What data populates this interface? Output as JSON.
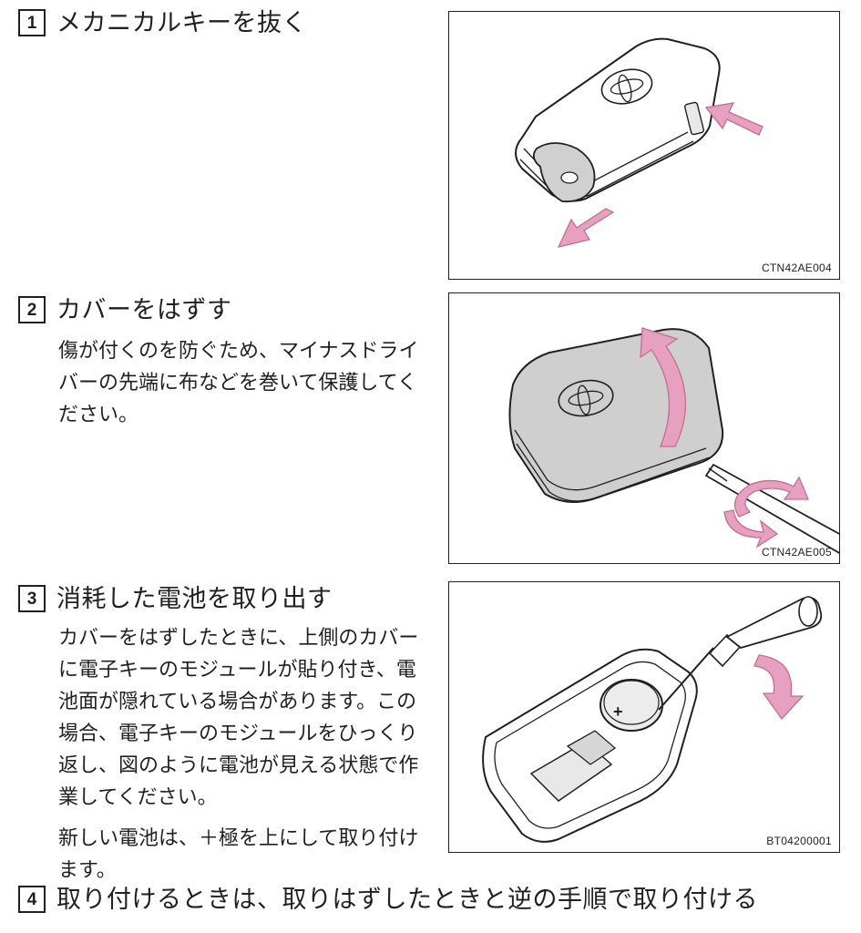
{
  "steps": [
    {
      "number": "1",
      "title": "メカニカルキーを抜く"
    },
    {
      "number": "2",
      "title": "カバーをはずす",
      "paragraphs": [
        "傷が付くのを防ぐため、マイナスドライバーの先端に布などを巻いて保護してください。"
      ]
    },
    {
      "number": "3",
      "title": "消耗した電池を取り出す",
      "paragraphs": [
        "カバーをはずしたときに、上側のカバーに電子キーのモジュールが貼り付き、電池面が隠れている場合があります。この場合、電子キーのモジュールをひっくり返し、図のように電池が見える状態で作業してください。",
        "新しい電池は、＋極を上にして取り付けます。"
      ]
    },
    {
      "number": "4",
      "title": "取り付けるときは、取りはずしたときと逆の手順で取り付ける"
    }
  ],
  "figures": [
    {
      "code": "CTN42AE004"
    },
    {
      "code": "CTN42AE005"
    },
    {
      "code": "BT04200001",
      "battery_mark": "+"
    }
  ],
  "colors": {
    "arrow": "#e8a0c0",
    "arrow_stroke": "#c0708f",
    "line": "#231f20",
    "shade": "#cfcfcf"
  }
}
